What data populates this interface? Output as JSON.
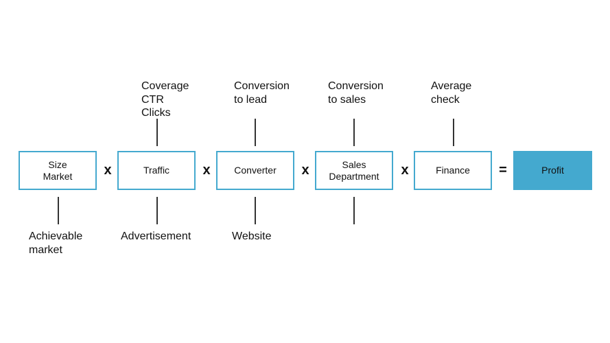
{
  "accent_color": "#44a9cf",
  "boxes": [
    {
      "label": "Size\nMarket"
    },
    {
      "label": "Traffic"
    },
    {
      "label": "Converter"
    },
    {
      "label": "Sales\nDepartment"
    },
    {
      "label": "Finance"
    },
    {
      "label": "Profit"
    }
  ],
  "operators": [
    "x",
    "x",
    "x",
    "x",
    "="
  ],
  "top_labels": [
    "Coverage\nCTR\nClicks",
    "Conversion\nto lead",
    "Conversion\nto sales",
    "Average\ncheck"
  ],
  "bottom_labels": [
    "Achievable\nmarket",
    "Advertisement",
    "Website"
  ]
}
